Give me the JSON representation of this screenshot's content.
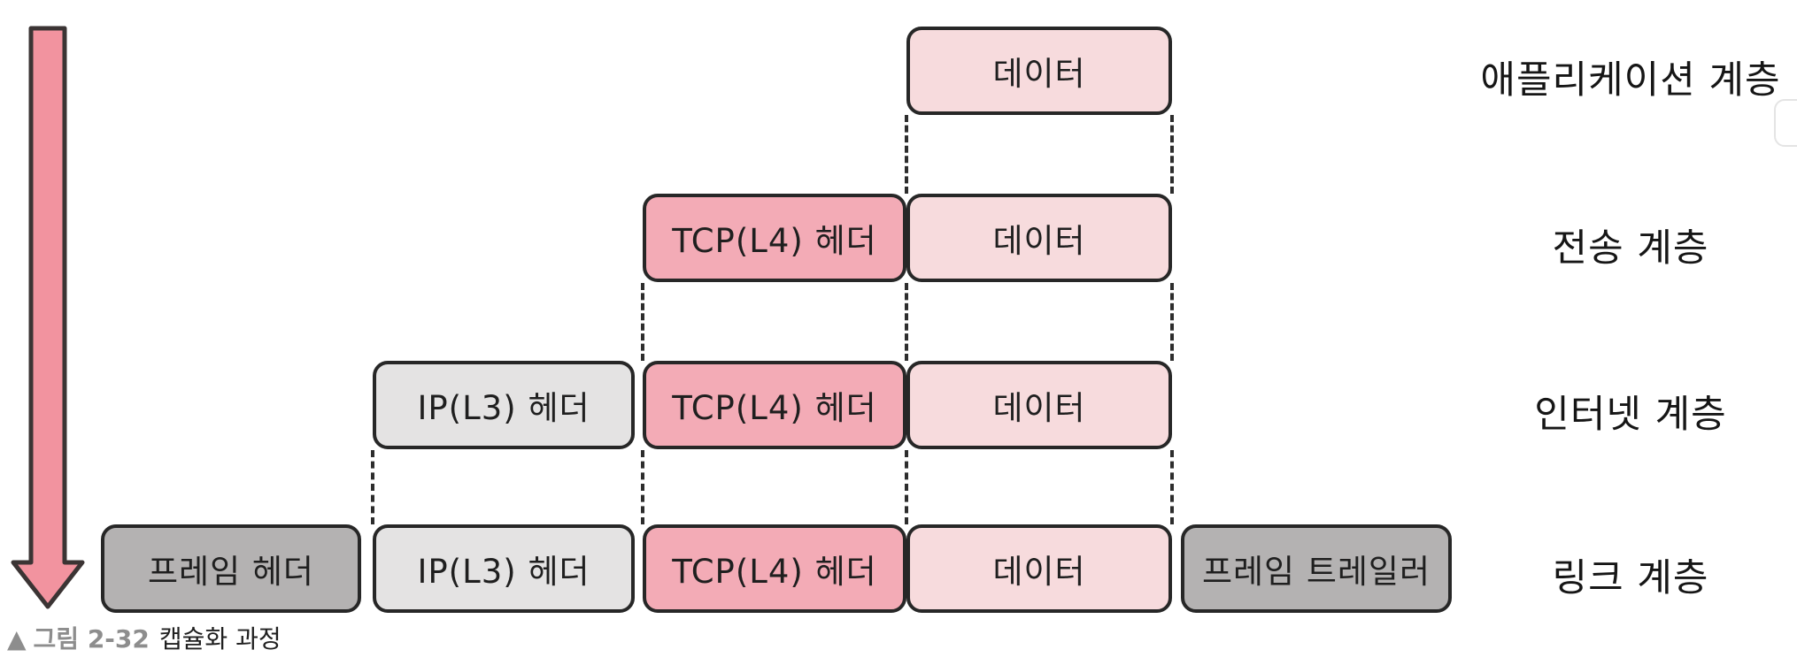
{
  "figure": {
    "caption": {
      "marker": "▲",
      "figure_label": "그림 2-32",
      "title": "캡슐화 과정"
    },
    "layers": [
      {
        "label": "애플리케이션 계층",
        "boxes": [
          {
            "label": "데이터",
            "type": "data"
          }
        ]
      },
      {
        "label": "전송 계층",
        "boxes": [
          {
            "label": "TCP(L4) 헤더",
            "type": "tcp"
          },
          {
            "label": "데이터",
            "type": "data"
          }
        ]
      },
      {
        "label": "인터넷 계층",
        "boxes": [
          {
            "label": "IP(L3) 헤더",
            "type": "ip"
          },
          {
            "label": "TCP(L4) 헤더",
            "type": "tcp"
          },
          {
            "label": "데이터",
            "type": "data"
          }
        ]
      },
      {
        "label": "링크 계층",
        "boxes": [
          {
            "label": "프레임 헤더",
            "type": "frame"
          },
          {
            "label": "IP(L3) 헤더",
            "type": "ip"
          },
          {
            "label": "TCP(L4) 헤더",
            "type": "tcp"
          },
          {
            "label": "데이터",
            "type": "data"
          },
          {
            "label": "프레임 트레일러",
            "type": "frame"
          }
        ]
      }
    ],
    "arrow": {
      "direction": "down",
      "meaning": "encapsulation-order"
    },
    "colors": {
      "data_fill": "#f7dbdd",
      "tcp_fill": "#f3abb6",
      "ip_fill": "#e4e3e3",
      "frame_fill": "#b4b2b2",
      "box_border": "#272727",
      "arrow_fill": "#f2939f",
      "arrow_outline": "#3b3434",
      "caption_gray": "#8d8d8d",
      "text": "#1f1f1f"
    }
  }
}
